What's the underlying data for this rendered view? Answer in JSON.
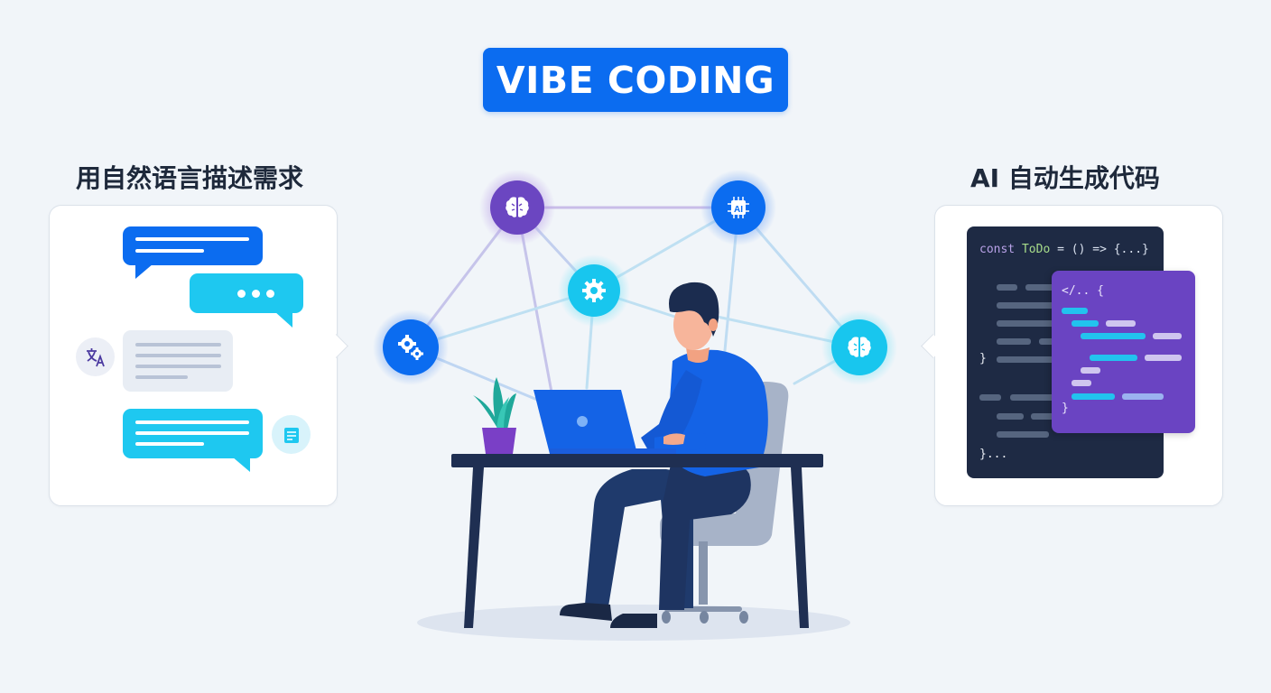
{
  "header": {
    "title": "VIBE CODING",
    "title_bg": "#0b6cf0"
  },
  "left_panel": {
    "heading": "用自然语言描述需求",
    "icons": {
      "translate": "translate-icon",
      "document": "document-icon"
    },
    "bubbles": [
      {
        "role": "user-message",
        "color": "#0b6cf0",
        "lines": 2
      },
      {
        "role": "typing-indicator",
        "color": "#1ec8f0",
        "dots": 3
      },
      {
        "role": "translated-text",
        "color": "#e8edf4",
        "lines": 4
      },
      {
        "role": "user-message",
        "color": "#1ec8f0",
        "lines": 3
      }
    ]
  },
  "right_panel": {
    "heading": "AI 自动生成代码",
    "code_dark": {
      "first_line_keyword": "const",
      "first_line_name": "ToDo",
      "first_line_rest": " = () => {...}",
      "close_brace": "}",
      "end_line": "}...",
      "bg": "#1e2a44"
    },
    "code_purple": {
      "first_line": "</.. {",
      "close_brace": "}",
      "bg": "#6a44c2"
    }
  },
  "network": {
    "nodes": [
      {
        "id": "brain-purple",
        "icon": "brain-icon",
        "color": "#6b46c1"
      },
      {
        "id": "ai-chip",
        "icon": "ai-chip-icon",
        "label": "AI",
        "color": "#0b6cf0"
      },
      {
        "id": "gear-center",
        "icon": "gear-icon",
        "color": "#18c6ee"
      },
      {
        "id": "gears-left",
        "icon": "gears-icon",
        "color": "#0b6cf0"
      },
      {
        "id": "brain-cyan",
        "icon": "brain-icon",
        "color": "#18c6ee"
      }
    ]
  },
  "illustration": {
    "subject": "developer-at-desk",
    "shirt_color": "#1463e6",
    "pants_color": "#1e3461",
    "desk_color": "#1f2f52",
    "laptop_color": "#1463e6",
    "plant_pot_color": "#7a3fc6",
    "chair_color": "#a7b3c8"
  }
}
